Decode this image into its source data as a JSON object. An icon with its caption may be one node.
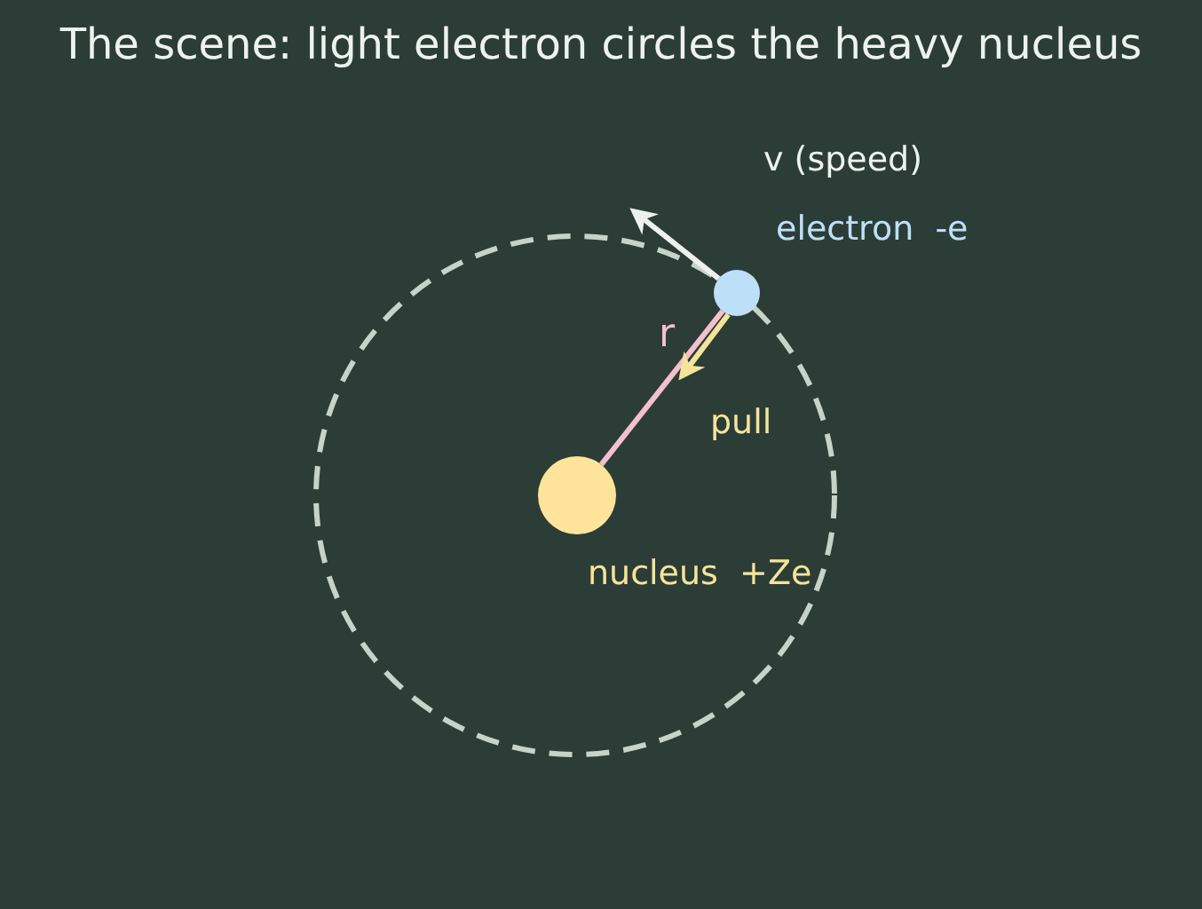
{
  "diagram": {
    "title": "The scene: light electron circles the heavy nucleus",
    "nodes": [
      {
        "text": [],
        "shape": "circle",
        "beside": [
          "nucleus  +Ze"
        ]
      },
      {
        "text": [],
        "shape": "circle",
        "beside": [
          "electron  -e"
        ]
      }
    ],
    "edges": [
      {
        "from": 0,
        "to": 1,
        "arrow": "none",
        "label": "r",
        "color": "#f4bfcf"
      },
      {
        "from": 1,
        "to": null,
        "arrow": "to",
        "label": "pull",
        "color": "#f6e39a"
      },
      {
        "from": 1,
        "to": null,
        "arrow": "to",
        "label": "v (speed)"
      }
    ]
  }
}
